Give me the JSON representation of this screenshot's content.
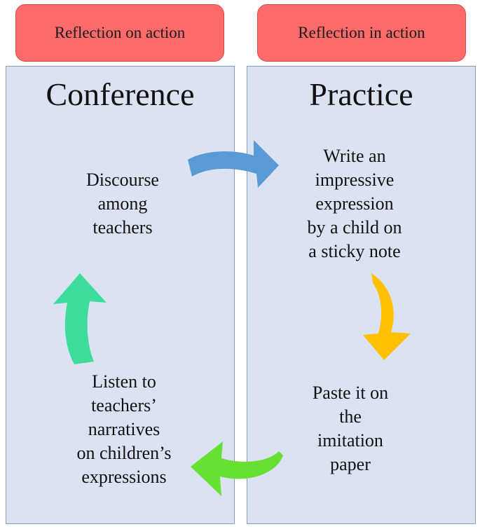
{
  "tags": {
    "left": "Reflection on action",
    "right": "Reflection in action"
  },
  "headings": {
    "left": "Conference",
    "right": "Practice"
  },
  "steps": {
    "discourse": "Discourse\namong\nteachers",
    "write": "Write an\nimpressive\nexpression\nby a child on\na sticky note",
    "paste": "Paste it on\nthe\nimitation\npaper",
    "listen": "Listen to\nteachers’\nnarratives\non children’s\nexpressions"
  },
  "colors": {
    "tag_fill": "#ff6b6b",
    "panel_fill": "#dbe3f3",
    "arrow_blue": "#5b9bd5",
    "arrow_orange": "#ffc000",
    "arrow_green": "#66e033",
    "arrow_teal": "#3edc9a"
  },
  "icons": [
    "cycle-arrow-right",
    "cycle-arrow-down",
    "cycle-arrow-left",
    "cycle-arrow-up"
  ]
}
